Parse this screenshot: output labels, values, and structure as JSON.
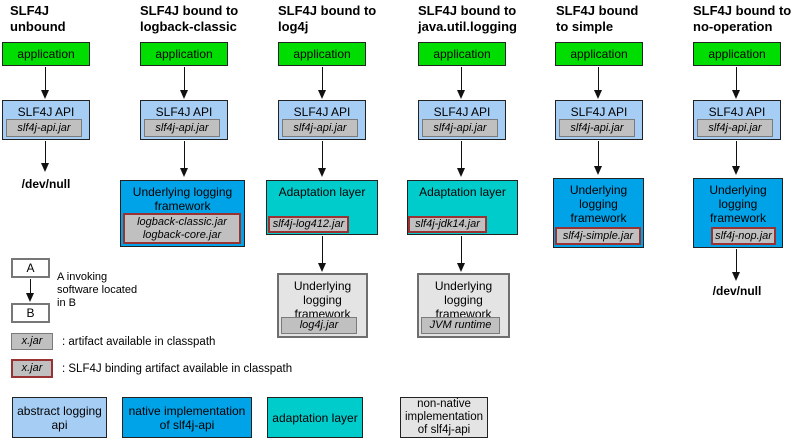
{
  "columns": [
    {
      "title_lines": [
        "SLF4J",
        "unbound"
      ],
      "app_label": "application",
      "api_label": "SLF4J API",
      "api_jar": "slf4j-api.jar",
      "output_label": "/dev/null"
    },
    {
      "title_lines": [
        "SLF4J bound to",
        "logback-classic"
      ],
      "app_label": "application",
      "api_label": "SLF4J API",
      "api_jar": "slf4j-api.jar",
      "framework_label": "Underlying logging framework",
      "framework_jar_lines": [
        "logback-classic.jar",
        "logback-core.jar"
      ]
    },
    {
      "title_lines": [
        "SLF4J bound to",
        "log4j"
      ],
      "app_label": "application",
      "api_label": "SLF4J API",
      "api_jar": "slf4j-api.jar",
      "adaptation_label": "Adaptation layer",
      "adaptation_jar": "slf4j-log412.jar",
      "lower_label": "Underlying logging framework",
      "lower_jar": "log4j.jar"
    },
    {
      "title_lines": [
        "SLF4J bound to",
        "java.util.logging"
      ],
      "app_label": "application",
      "api_label": "SLF4J API",
      "api_jar": "slf4j-api.jar",
      "adaptation_label": "Adaptation layer",
      "adaptation_jar": "slf4j-jdk14.jar",
      "lower_label": "Underlying logging framework",
      "lower_jar": "JVM runtime"
    },
    {
      "title_lines": [
        "SLF4J bound",
        "to simple"
      ],
      "app_label": "application",
      "api_label": "SLF4J API",
      "api_jar": "slf4j-api.jar",
      "framework_label": "Underlying logging framework",
      "framework_jar": "slf4j-simple.jar"
    },
    {
      "title_lines": [
        "SLF4J bound to",
        "no-operation"
      ],
      "app_label": "application",
      "api_label": "SLF4J API",
      "api_jar": "slf4j-api.jar",
      "framework_label": "Underlying logging framework",
      "framework_jar": "slf4j-nop.jar",
      "output_label": "/dev/null"
    }
  ],
  "legend": {
    "ab": {
      "a_label": "A",
      "b_label": "B",
      "caption_lines": [
        "A invoking",
        "software located",
        "in B"
      ]
    },
    "artifact": {
      "box_label": "x.jar",
      "caption": ": artifact available in classpath"
    },
    "binding": {
      "box_label": "x.jar",
      "caption": ": SLF4J binding artifact available in classpath"
    },
    "types": [
      {
        "label": "abstract logging api",
        "color": "#A6CDF4"
      },
      {
        "label": "native implementation of slf4j-api",
        "color": "#00A2E8"
      },
      {
        "label": "adaptation layer",
        "color": "#00CCCC"
      },
      {
        "label": "non-native implementation of slf4j-api",
        "color": "#E4E4E4"
      }
    ]
  },
  "colors": {
    "application_green": "#00DD00",
    "abstract_api_blue": "#A6CDF4",
    "native_blue": "#00A2E8",
    "adaptation_teal": "#00CCCC",
    "artifact_gray": "#C0C0C0",
    "non_native_gray": "#E4E4E4",
    "binding_border_red": "#993333"
  }
}
